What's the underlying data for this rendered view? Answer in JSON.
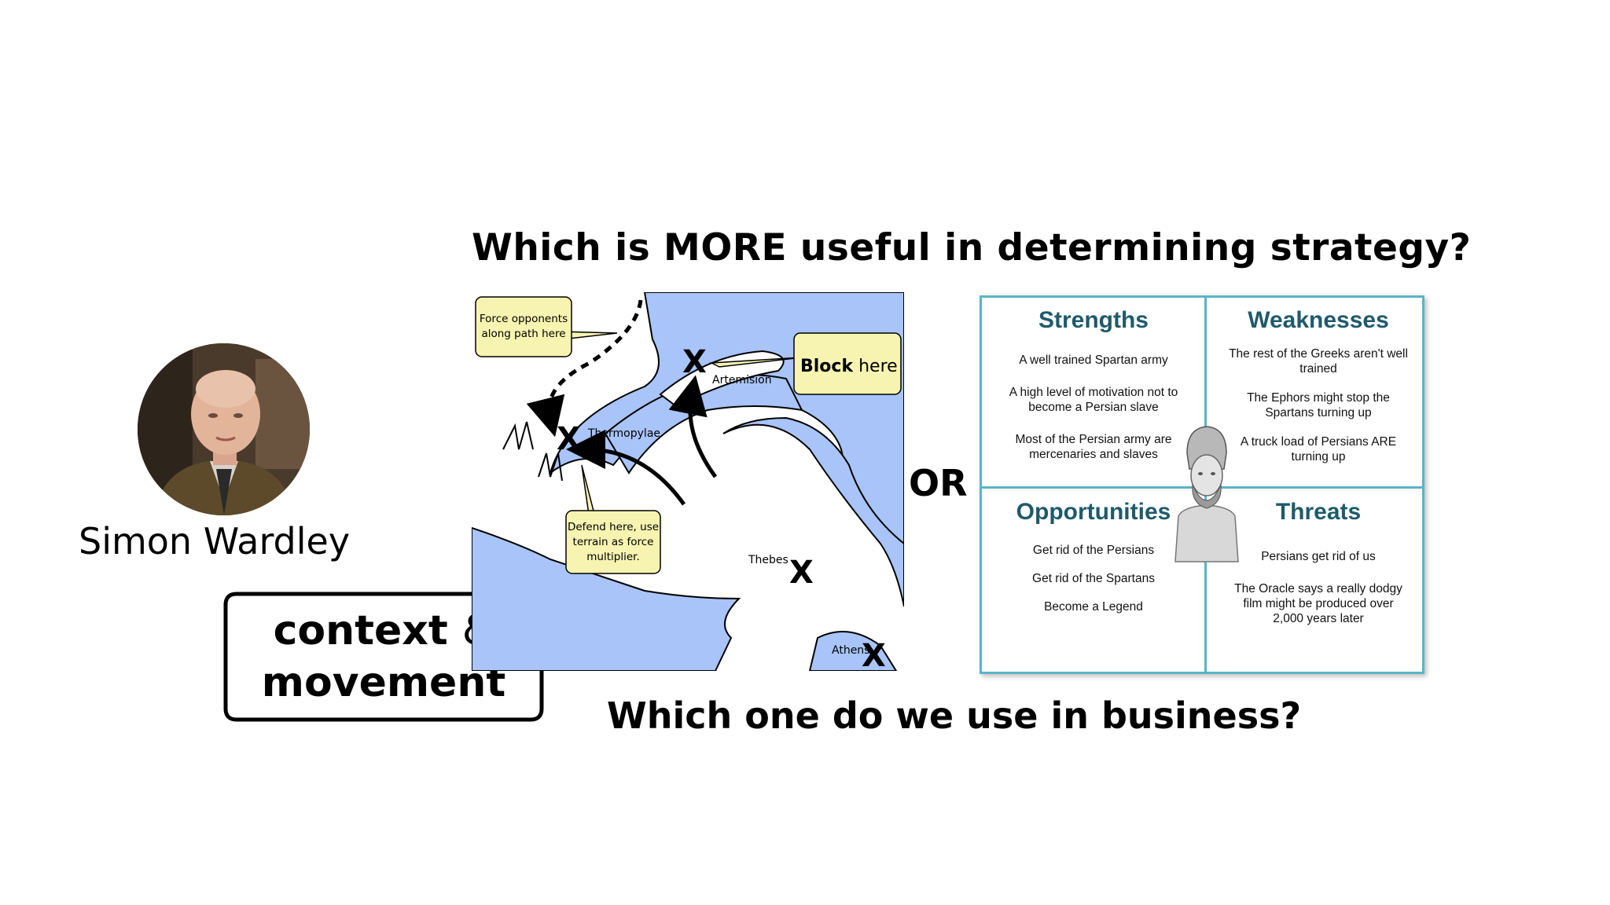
{
  "slide": {
    "question_top": "Which is MORE useful in determining strategy?",
    "question_bottom": "Which one do we use in business?",
    "or_label": "OR"
  },
  "speaker": {
    "name": "Simon Wardley",
    "avatar_icon": "person-photo-icon"
  },
  "bubble": {
    "word1": "context",
    "amp": "&",
    "word2": "movement"
  },
  "map": {
    "callout_force": [
      "Force opponents",
      "along path here"
    ],
    "callout_block_bold": "Block",
    "callout_block_rest": "here",
    "callout_defend": [
      "Defend here, use",
      "terrain as force",
      "multiplier."
    ],
    "places": {
      "artemision": "Artemision",
      "thermopylae": "Thermopylae",
      "thebes": "Thebes",
      "athens": "Athens"
    },
    "marker": "X",
    "colors": {
      "sea": "#a8c4f8",
      "callout": "#f6f4b0"
    }
  },
  "swot": {
    "strengths": {
      "title": "Strengths",
      "items": [
        "A well trained Spartan army",
        "A high level of motivation not to become a Persian slave",
        "Most of the Persian army are mercenaries and slaves"
      ]
    },
    "weaknesses": {
      "title": "Weaknesses",
      "items": [
        "The rest of the Greeks aren't well trained",
        "The Ephors might stop the Spartans turning up",
        "A truck load of Persians ARE turning up"
      ]
    },
    "opportunities": {
      "title": "Opportunities",
      "items": [
        "Get rid of the Persians",
        "Get rid of the Spartans",
        "Become a Legend"
      ]
    },
    "threats": {
      "title": "Threats",
      "items": [
        "Persians get rid of us",
        "The Oracle says a really dodgy film might be produced over 2,000 years later"
      ]
    },
    "bust_icon": "greek-bust-icon",
    "colors": {
      "border": "#5ab4c8",
      "title": "#1f5a6a"
    }
  }
}
